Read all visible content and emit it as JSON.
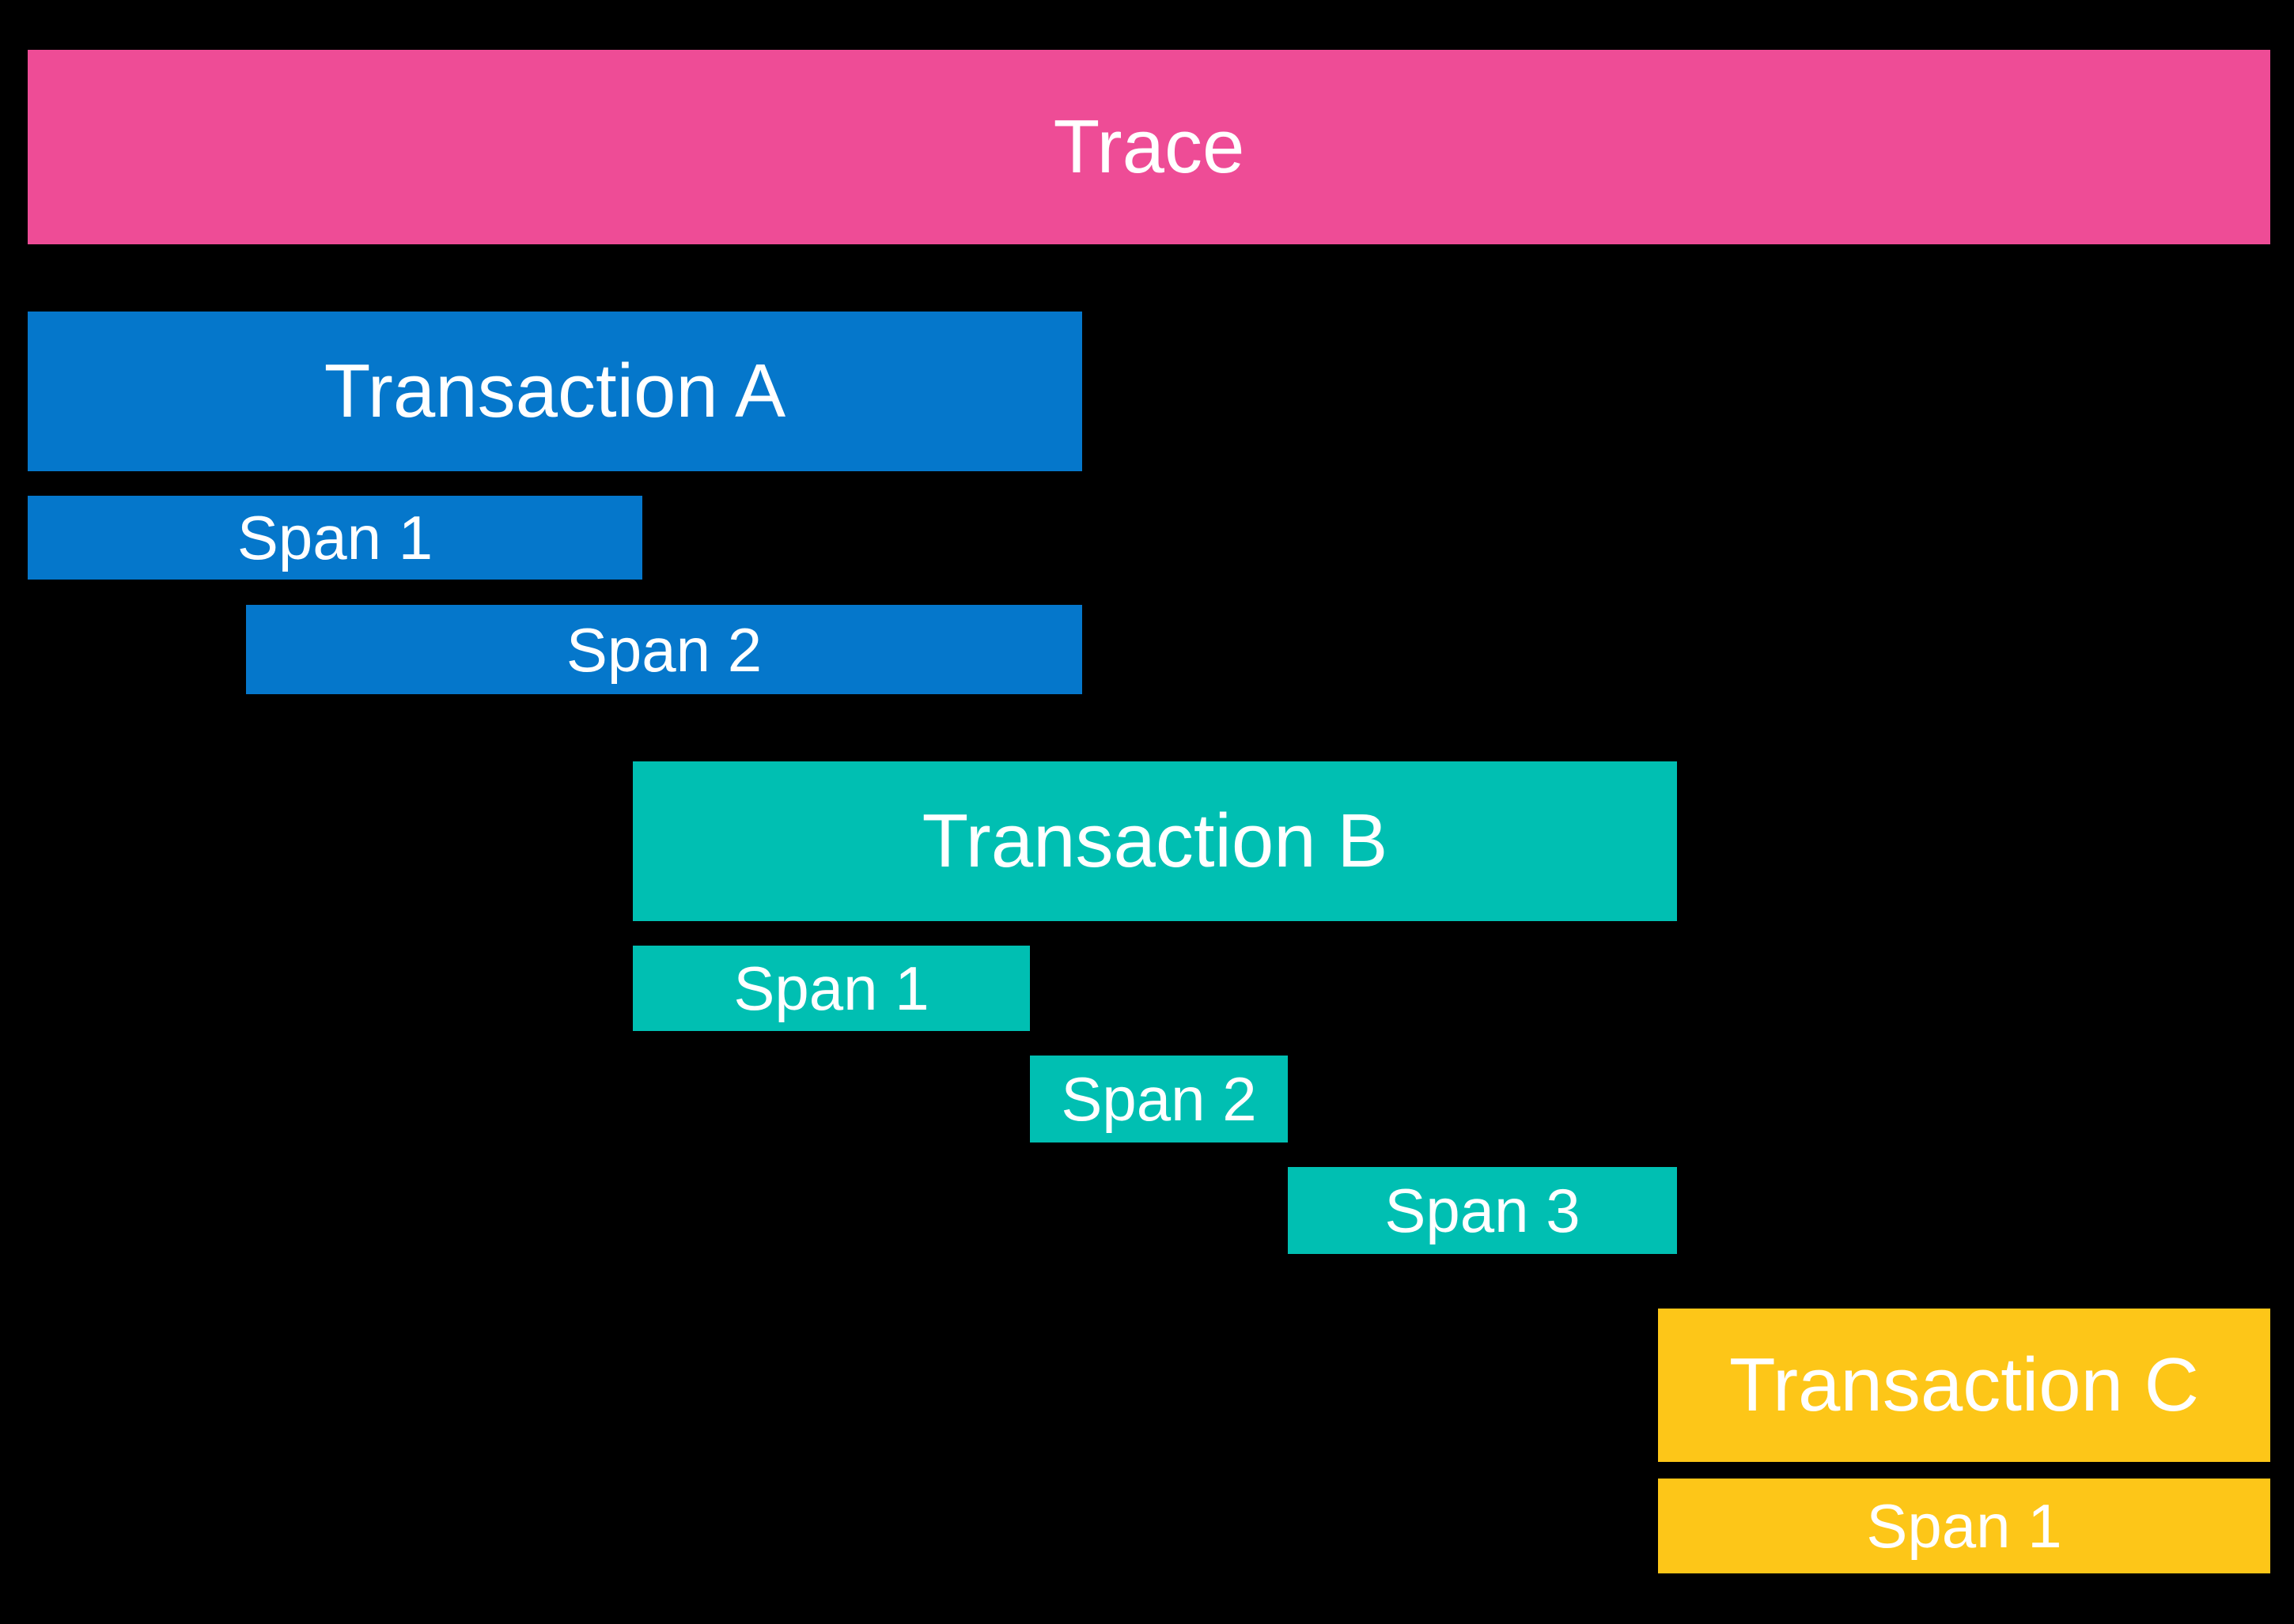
{
  "colors": {
    "background": "#000000",
    "text": "#ffffff",
    "trace": "#ee4c96",
    "transaction_a": "#0577cb",
    "transaction_b": "#00bfb2",
    "transaction_c": "#fdc618"
  },
  "diagram": {
    "trace": {
      "label": "Trace"
    },
    "transactions": [
      {
        "name": "Transaction A",
        "spans": [
          "Span 1",
          "Span 2"
        ]
      },
      {
        "name": "Transaction B",
        "spans": [
          "Span 1",
          "Span 2",
          "Span 3"
        ]
      },
      {
        "name": "Transaction C",
        "spans": [
          "Span 1"
        ]
      }
    ]
  }
}
